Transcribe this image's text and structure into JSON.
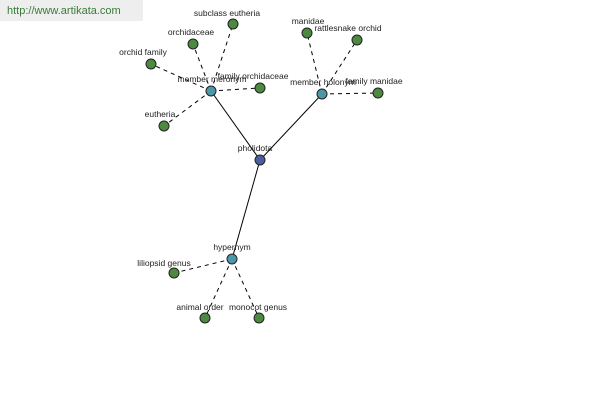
{
  "header": {
    "url_text": "http://www.artikata.com"
  },
  "colors": {
    "center_node": "#4b5fa0",
    "hub_node": "#4d98a8",
    "leaf_node": "#4d8a3f",
    "url_text": "#3a7a3a"
  },
  "graph": {
    "nodes": [
      {
        "id": "pholidota",
        "label": "pholidota",
        "kind": "center"
      },
      {
        "id": "member-meronym",
        "label": "member meronym",
        "kind": "hub"
      },
      {
        "id": "member-holonym",
        "label": "member holonym",
        "kind": "hub"
      },
      {
        "id": "hypernym",
        "label": "hypernym",
        "kind": "hub"
      },
      {
        "id": "subclass-eutheria",
        "label": "subclass eutheria",
        "kind": "leaf"
      },
      {
        "id": "orchidaceae",
        "label": "orchidaceae",
        "kind": "leaf"
      },
      {
        "id": "orchid-family",
        "label": "orchid family",
        "kind": "leaf"
      },
      {
        "id": "family-orchidaceae",
        "label": "family orchidaceae",
        "kind": "leaf"
      },
      {
        "id": "eutheria",
        "label": "eutheria",
        "kind": "leaf"
      },
      {
        "id": "manidae",
        "label": "manidae",
        "kind": "leaf"
      },
      {
        "id": "rattlesnake-orchid",
        "label": "rattlesnake orchid",
        "kind": "leaf"
      },
      {
        "id": "family-manidae",
        "label": "family manidae",
        "kind": "leaf"
      },
      {
        "id": "liliopsid-genus",
        "label": "liliopsid genus",
        "kind": "leaf"
      },
      {
        "id": "animal-order",
        "label": "animal order",
        "kind": "leaf"
      },
      {
        "id": "monocot-genus",
        "label": "monocot genus",
        "kind": "leaf"
      }
    ],
    "edges": [
      {
        "from": "pholidota",
        "to": "member-meronym",
        "style": "solid"
      },
      {
        "from": "pholidota",
        "to": "member-holonym",
        "style": "solid"
      },
      {
        "from": "pholidota",
        "to": "hypernym",
        "style": "solid"
      },
      {
        "from": "member-meronym",
        "to": "subclass-eutheria",
        "style": "dashed"
      },
      {
        "from": "member-meronym",
        "to": "orchidaceae",
        "style": "dashed"
      },
      {
        "from": "member-meronym",
        "to": "orchid-family",
        "style": "dashed"
      },
      {
        "from": "member-meronym",
        "to": "family-orchidaceae",
        "style": "dashed"
      },
      {
        "from": "member-meronym",
        "to": "eutheria",
        "style": "dashed"
      },
      {
        "from": "member-holonym",
        "to": "manidae",
        "style": "dashed"
      },
      {
        "from": "member-holonym",
        "to": "rattlesnake-orchid",
        "style": "dashed"
      },
      {
        "from": "member-holonym",
        "to": "family-manidae",
        "style": "dashed"
      },
      {
        "from": "hypernym",
        "to": "liliopsid-genus",
        "style": "dashed"
      },
      {
        "from": "hypernym",
        "to": "animal-order",
        "style": "dashed"
      },
      {
        "from": "hypernym",
        "to": "monocot-genus",
        "style": "dashed"
      }
    ]
  }
}
